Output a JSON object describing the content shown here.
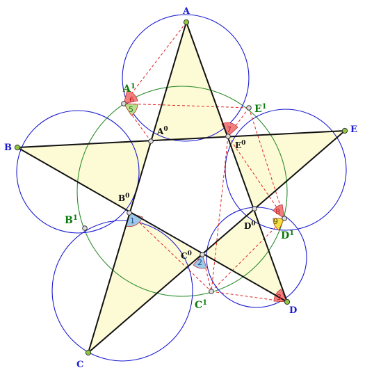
{
  "labels": {
    "A": "A",
    "B": "B",
    "C": "C",
    "D": "D",
    "E": "E",
    "A0": "A",
    "A0_sup": "0",
    "B0": "B",
    "B0_sup": "0",
    "C0": "C",
    "C0_sup": "0",
    "D0": "D",
    "D0_sup": "0",
    "E0": "E",
    "E0_sup": "0",
    "A1": "A",
    "A1_sup": "1",
    "B1": "B",
    "B1_sup": "1",
    "C1": "C",
    "C1_sup": "1",
    "D1": "D",
    "D1_sup": "1",
    "E1": "E",
    "E1_sup": "1"
  },
  "angle_marks": [
    "1",
    "2",
    "3",
    "5",
    "6",
    "7",
    "8",
    "9"
  ],
  "colors": {
    "star_fill": "#fdfbd6",
    "circle_blue": "#1a1ad0",
    "circle_green": "#2a8a2a",
    "dashed_red": "#e02020",
    "angle_red": "#f08080",
    "angle_green": "#b8e08a",
    "angle_blue": "#9ec8e8",
    "angle_yellow": "#f0e040",
    "outer_point": "#8ec63f",
    "inner_point": "#dddddd"
  }
}
